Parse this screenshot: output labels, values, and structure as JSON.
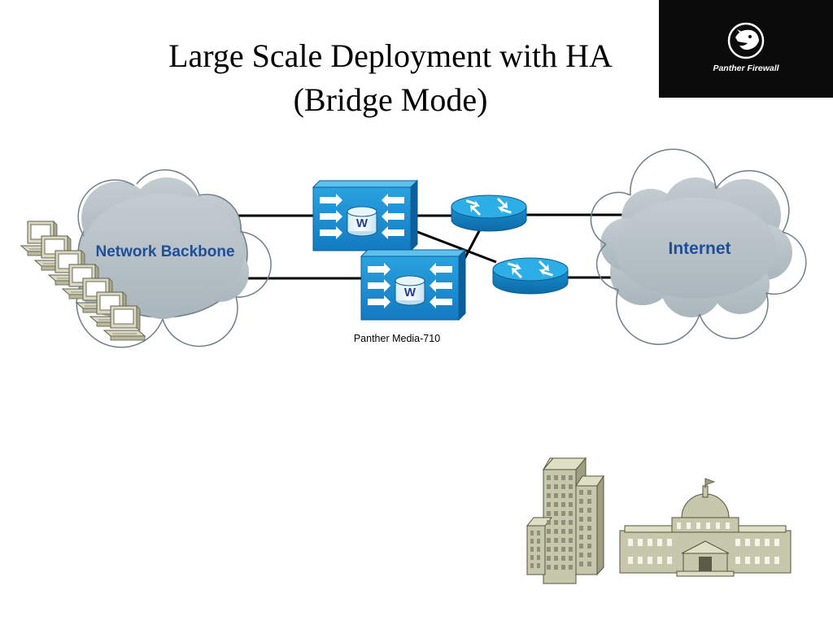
{
  "slide": {
    "title_line1": "Large Scale Deployment with HA",
    "title_line2": "(Bridge Mode)"
  },
  "logo": {
    "text": "Panther Firewall",
    "icon": "panther-head-icon"
  },
  "diagram": {
    "left_cloud_label": "Network Backbone",
    "right_cloud_label": "Internet",
    "appliance_badge": "W",
    "appliance_caption": "Panther Media-710"
  },
  "colors": {
    "cloud_fill": "#b8c3c9",
    "appliance_blue": "#1a8fd0",
    "router_blue": "#1aa0d8",
    "label_blue": "#1f4e9a",
    "building_fill": "#c7c8ab"
  }
}
